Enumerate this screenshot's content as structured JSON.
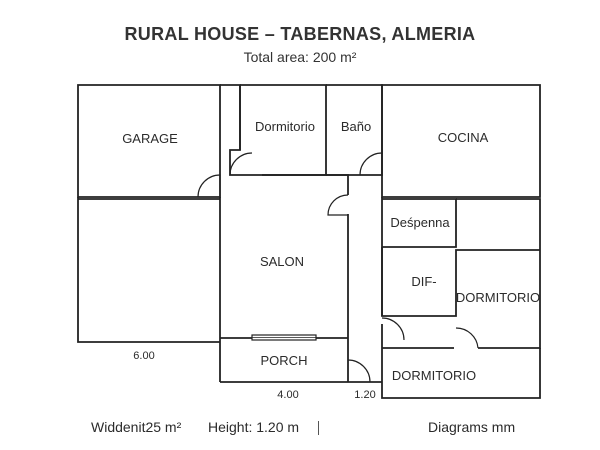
{
  "title": "RURAL HOUSE – TABERNAS, ALMERIA",
  "subtitle": "Total area: 200 m²",
  "rooms": {
    "garage": "GARAGE",
    "dormitorio_top": "Dormitorio",
    "bano": "Baño",
    "cocina": "COCINA",
    "despenna": "Deśpenna",
    "salon": "SALON",
    "dif": "DIF-",
    "dormitorio_right": "DORMITORIO",
    "porch": "PORCH",
    "dormitorio_bottom": "DORMITORIO"
  },
  "dimensions": {
    "left_width": "6.00",
    "porch_width": "4.00",
    "passage_width": "1.20"
  },
  "footer": {
    "widdenit": "Widdenit25 m²",
    "height": "Height: 1.20 m",
    "diagrams": "Diagrams mm"
  },
  "colors": {
    "wall": "#222222",
    "text": "#2b2b2b"
  }
}
